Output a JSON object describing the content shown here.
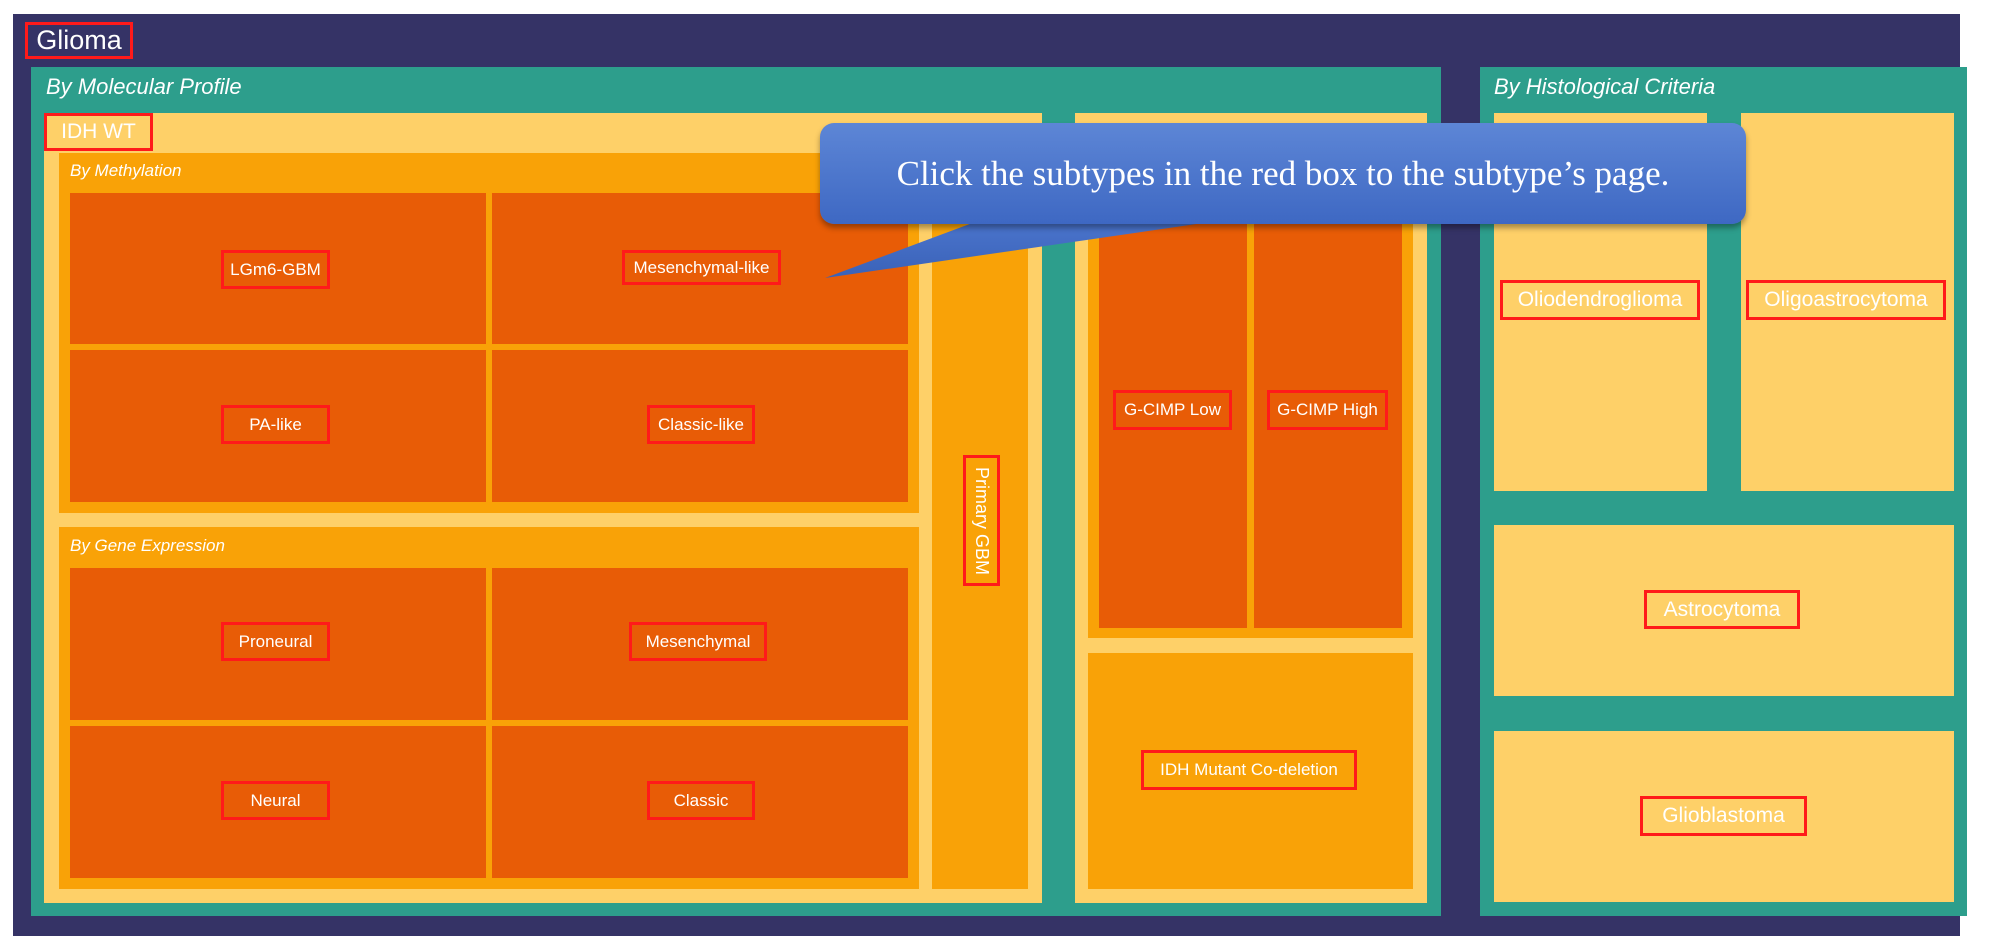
{
  "root": {
    "label": "Glioma"
  },
  "molecular": {
    "title": "By Molecular Profile",
    "idh_wt": {
      "label": "IDH WT",
      "methylation": {
        "title": "By Methylation",
        "items": [
          "LGm6-GBM",
          "Mesenchymal-like",
          "PA-like",
          "Classic-like"
        ]
      },
      "gene_expression": {
        "title": "By Gene Expression",
        "items": [
          "Proneural",
          "Mesenchymal",
          "Neural",
          "Classic"
        ]
      },
      "primary_gbm": "Primary GBM"
    },
    "idh_mutant": {
      "gcimp": [
        "G-CIMP Low",
        "G-CIMP High"
      ],
      "codeletion": "IDH Mutant Co-deletion"
    }
  },
  "histological": {
    "title": "By Histological Criteria",
    "items": [
      "Oliodendroglioma",
      "Oligoastrocytoma",
      "Astrocytoma",
      "Glioblastoma"
    ]
  },
  "callout": {
    "text": "Click the subtypes in the red box to the subtype’s page."
  },
  "colors": {
    "background": "#353366",
    "teal": "#2d9e8c",
    "light_orange": "#fed068",
    "mid_orange": "#f9a207",
    "dark_orange": "#e85c06",
    "highlight_border": "#ff1a1a",
    "callout_blue": "#4a74cc"
  }
}
